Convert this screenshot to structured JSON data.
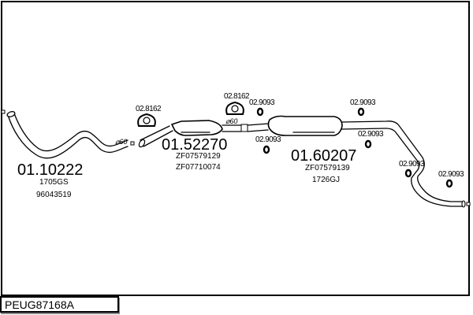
{
  "title_code": "PEUG87168A",
  "parts": [
    {
      "part_number": "01.10222",
      "refs": [
        "1705GS",
        "96043519"
      ],
      "description": "front-pipe"
    },
    {
      "part_number": "01.52270",
      "refs": [
        "ZF07579129",
        "ZF07710074"
      ],
      "description": "middle-silencer"
    },
    {
      "part_number": "01.60207",
      "refs": [
        "ZF07579139",
        "1726GJ"
      ],
      "description": "rear-silencer"
    }
  ],
  "diameter_labels": [
    "⌀60",
    "⌀60"
  ],
  "clamps": [
    {
      "label": "02.8162",
      "type": "clamp"
    },
    {
      "label": "02.8162",
      "type": "clamp"
    }
  ],
  "rubber_mounts": [
    {
      "label": "02.9093"
    },
    {
      "label": "02.9093"
    },
    {
      "label": "02.9093"
    },
    {
      "label": "02.9093"
    },
    {
      "label": "02.9093"
    },
    {
      "label": "02.9093"
    }
  ]
}
